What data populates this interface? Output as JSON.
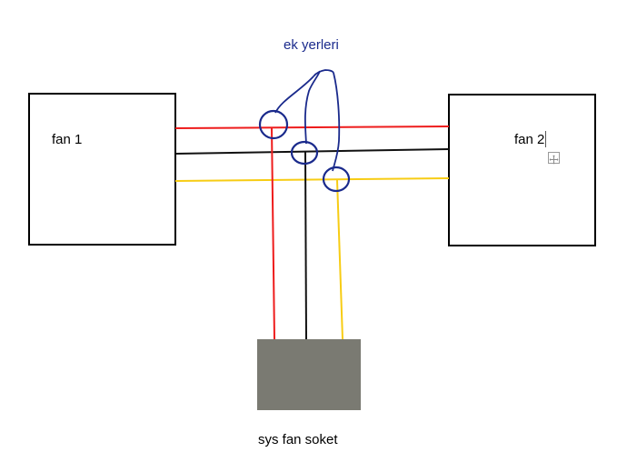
{
  "labels": {
    "fan1": "fan 1",
    "fan2": "fan 2",
    "socket": "sys fan soket",
    "junctions": "ek yerleri"
  },
  "colors": {
    "red_wire": "#ee1c1c",
    "black_wire": "#111111",
    "yellow_wire": "#f7cc14",
    "socket_fill": "#7a7a72",
    "annotation": "#1a2a8c",
    "box_border": "#000000"
  },
  "icons": {
    "move_handle": "move-arrows-icon"
  }
}
